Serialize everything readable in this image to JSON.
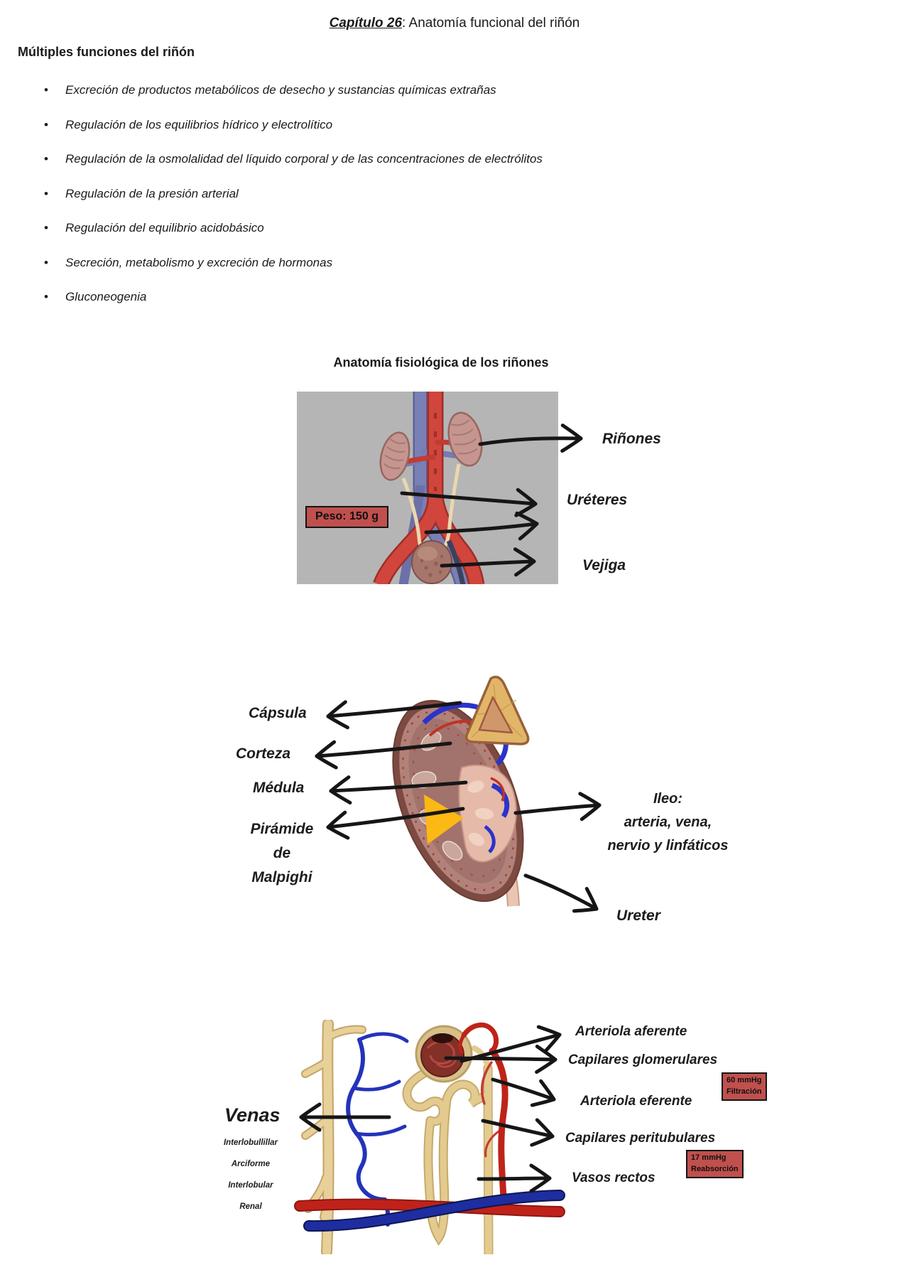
{
  "document": {
    "title": {
      "chapter": "Capítulo 26",
      "rest": ": Anatomía funcional del riñón"
    },
    "section_heading": "Múltiples funciones del riñón",
    "bullet_char": "•",
    "functions": [
      "Excreción de productos metabólicos de desecho y sustancias químicas extrañas",
      "Regulación de los equilibrios hídrico y electrolítico",
      "Regulación de la osmolalidad del líquido corporal y de las concentraciones de electrólitos",
      "Regulación de la presión arterial",
      "Regulación del equilibrio acidobásico",
      "Secreción, metabolismo y excreción de hormonas",
      "Gluconeogenia"
    ]
  },
  "figure1": {
    "heading": "Anatomía fisiológica de los riñones",
    "weight_badge": "Peso: 150 g",
    "label_rinones": "Riñones",
    "label_ureteres": "Uréteres",
    "label_vejiga": "Vejiga"
  },
  "figure2": {
    "label_capsula": "Cápsula",
    "label_corteza": "Corteza",
    "label_medula": "Médula",
    "label_piramide": [
      "Pirámide",
      "de",
      "Malpighi"
    ],
    "label_ileo": [
      "Ileo:",
      "arteria, vena,",
      "nervio y linfáticos"
    ],
    "label_ureter": "Ureter"
  },
  "figure3": {
    "label_arteriola_aferente": "Arteriola aferente",
    "label_capilares_glomerulares": "Capilares glomerulares",
    "badge_filtracion": [
      "60 mmHg",
      "Filtración"
    ],
    "label_arteriola_eferente": "Arteriola eferente",
    "label_capilares_peritubulares": "Capilares peritubulares",
    "badge_reabsorcion": [
      "17 mmHg",
      "Reabsorción"
    ],
    "label_vasos_rectos": "Vasos rectos",
    "label_venas": "Venas",
    "venas_types": [
      "Interlobullillar",
      "Arciforme",
      "Interlobular",
      "Renal"
    ]
  },
  "colors": {
    "badge_red": "#c0504d",
    "figure_bg_gray": "#b5b5b5",
    "highlight_yellow": "#fcb813"
  }
}
